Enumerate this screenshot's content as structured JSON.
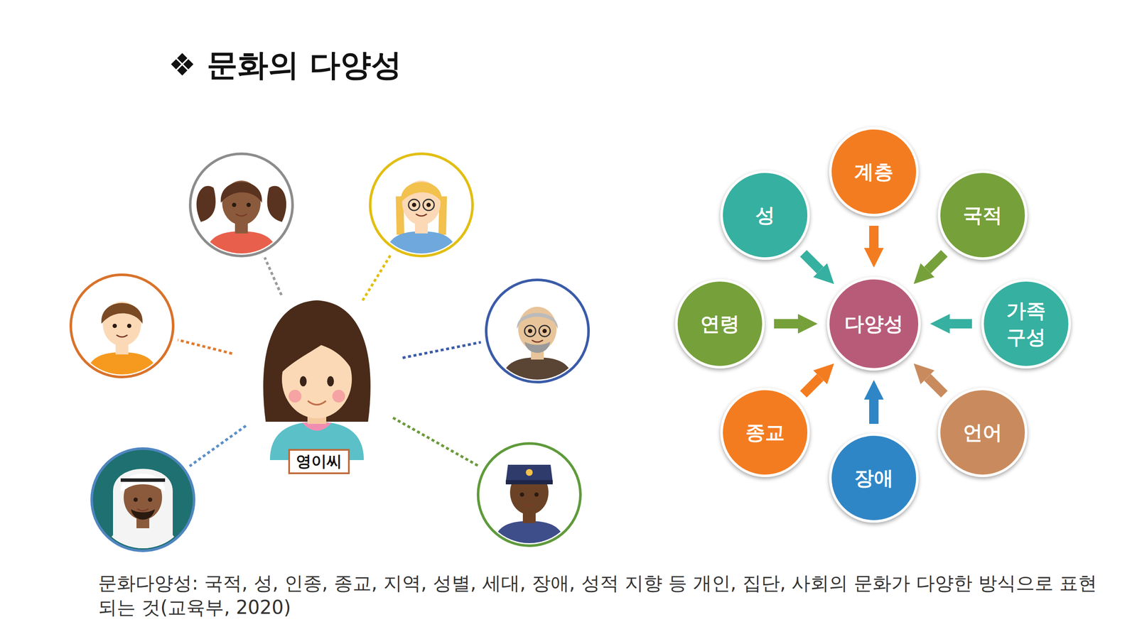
{
  "diagram": {
    "title": "❖ 문화의 다양성",
    "caption": "문화다양성: 국적, 성, 인종, 종교, 지역, 성별, 세대, 장애, 성적 지향 등 개인, 집단, 사회의 문화가 다양한 방식으로 표현되는 것(교육부, 2020)",
    "nodes": [
      {
        "text": [
          "영이씨"
        ]
      },
      {
        "text": [
          "계층"
        ]
      },
      {
        "text": [
          "성"
        ]
      },
      {
        "text": [
          "국적"
        ]
      },
      {
        "text": [
          "연령"
        ]
      },
      {
        "text": [
          "다양성"
        ]
      },
      {
        "text": [
          "가족 구성"
        ]
      },
      {
        "text": [
          "종교"
        ]
      },
      {
        "text": [
          "언어"
        ]
      },
      {
        "text": [
          "장애"
        ]
      }
    ],
    "edges": [
      {
        "from": 1,
        "to": 5,
        "arrow": "to"
      },
      {
        "from": 2,
        "to": 5,
        "arrow": "to"
      },
      {
        "from": 3,
        "to": 5,
        "arrow": "to"
      },
      {
        "from": 4,
        "to": 5,
        "arrow": "to"
      },
      {
        "from": 6,
        "to": 5,
        "arrow": "to"
      },
      {
        "from": 7,
        "to": 5,
        "arrow": "to"
      },
      {
        "from": 8,
        "to": 5,
        "arrow": "to"
      },
      {
        "from": 9,
        "to": 5,
        "arrow": "to"
      }
    ]
  }
}
